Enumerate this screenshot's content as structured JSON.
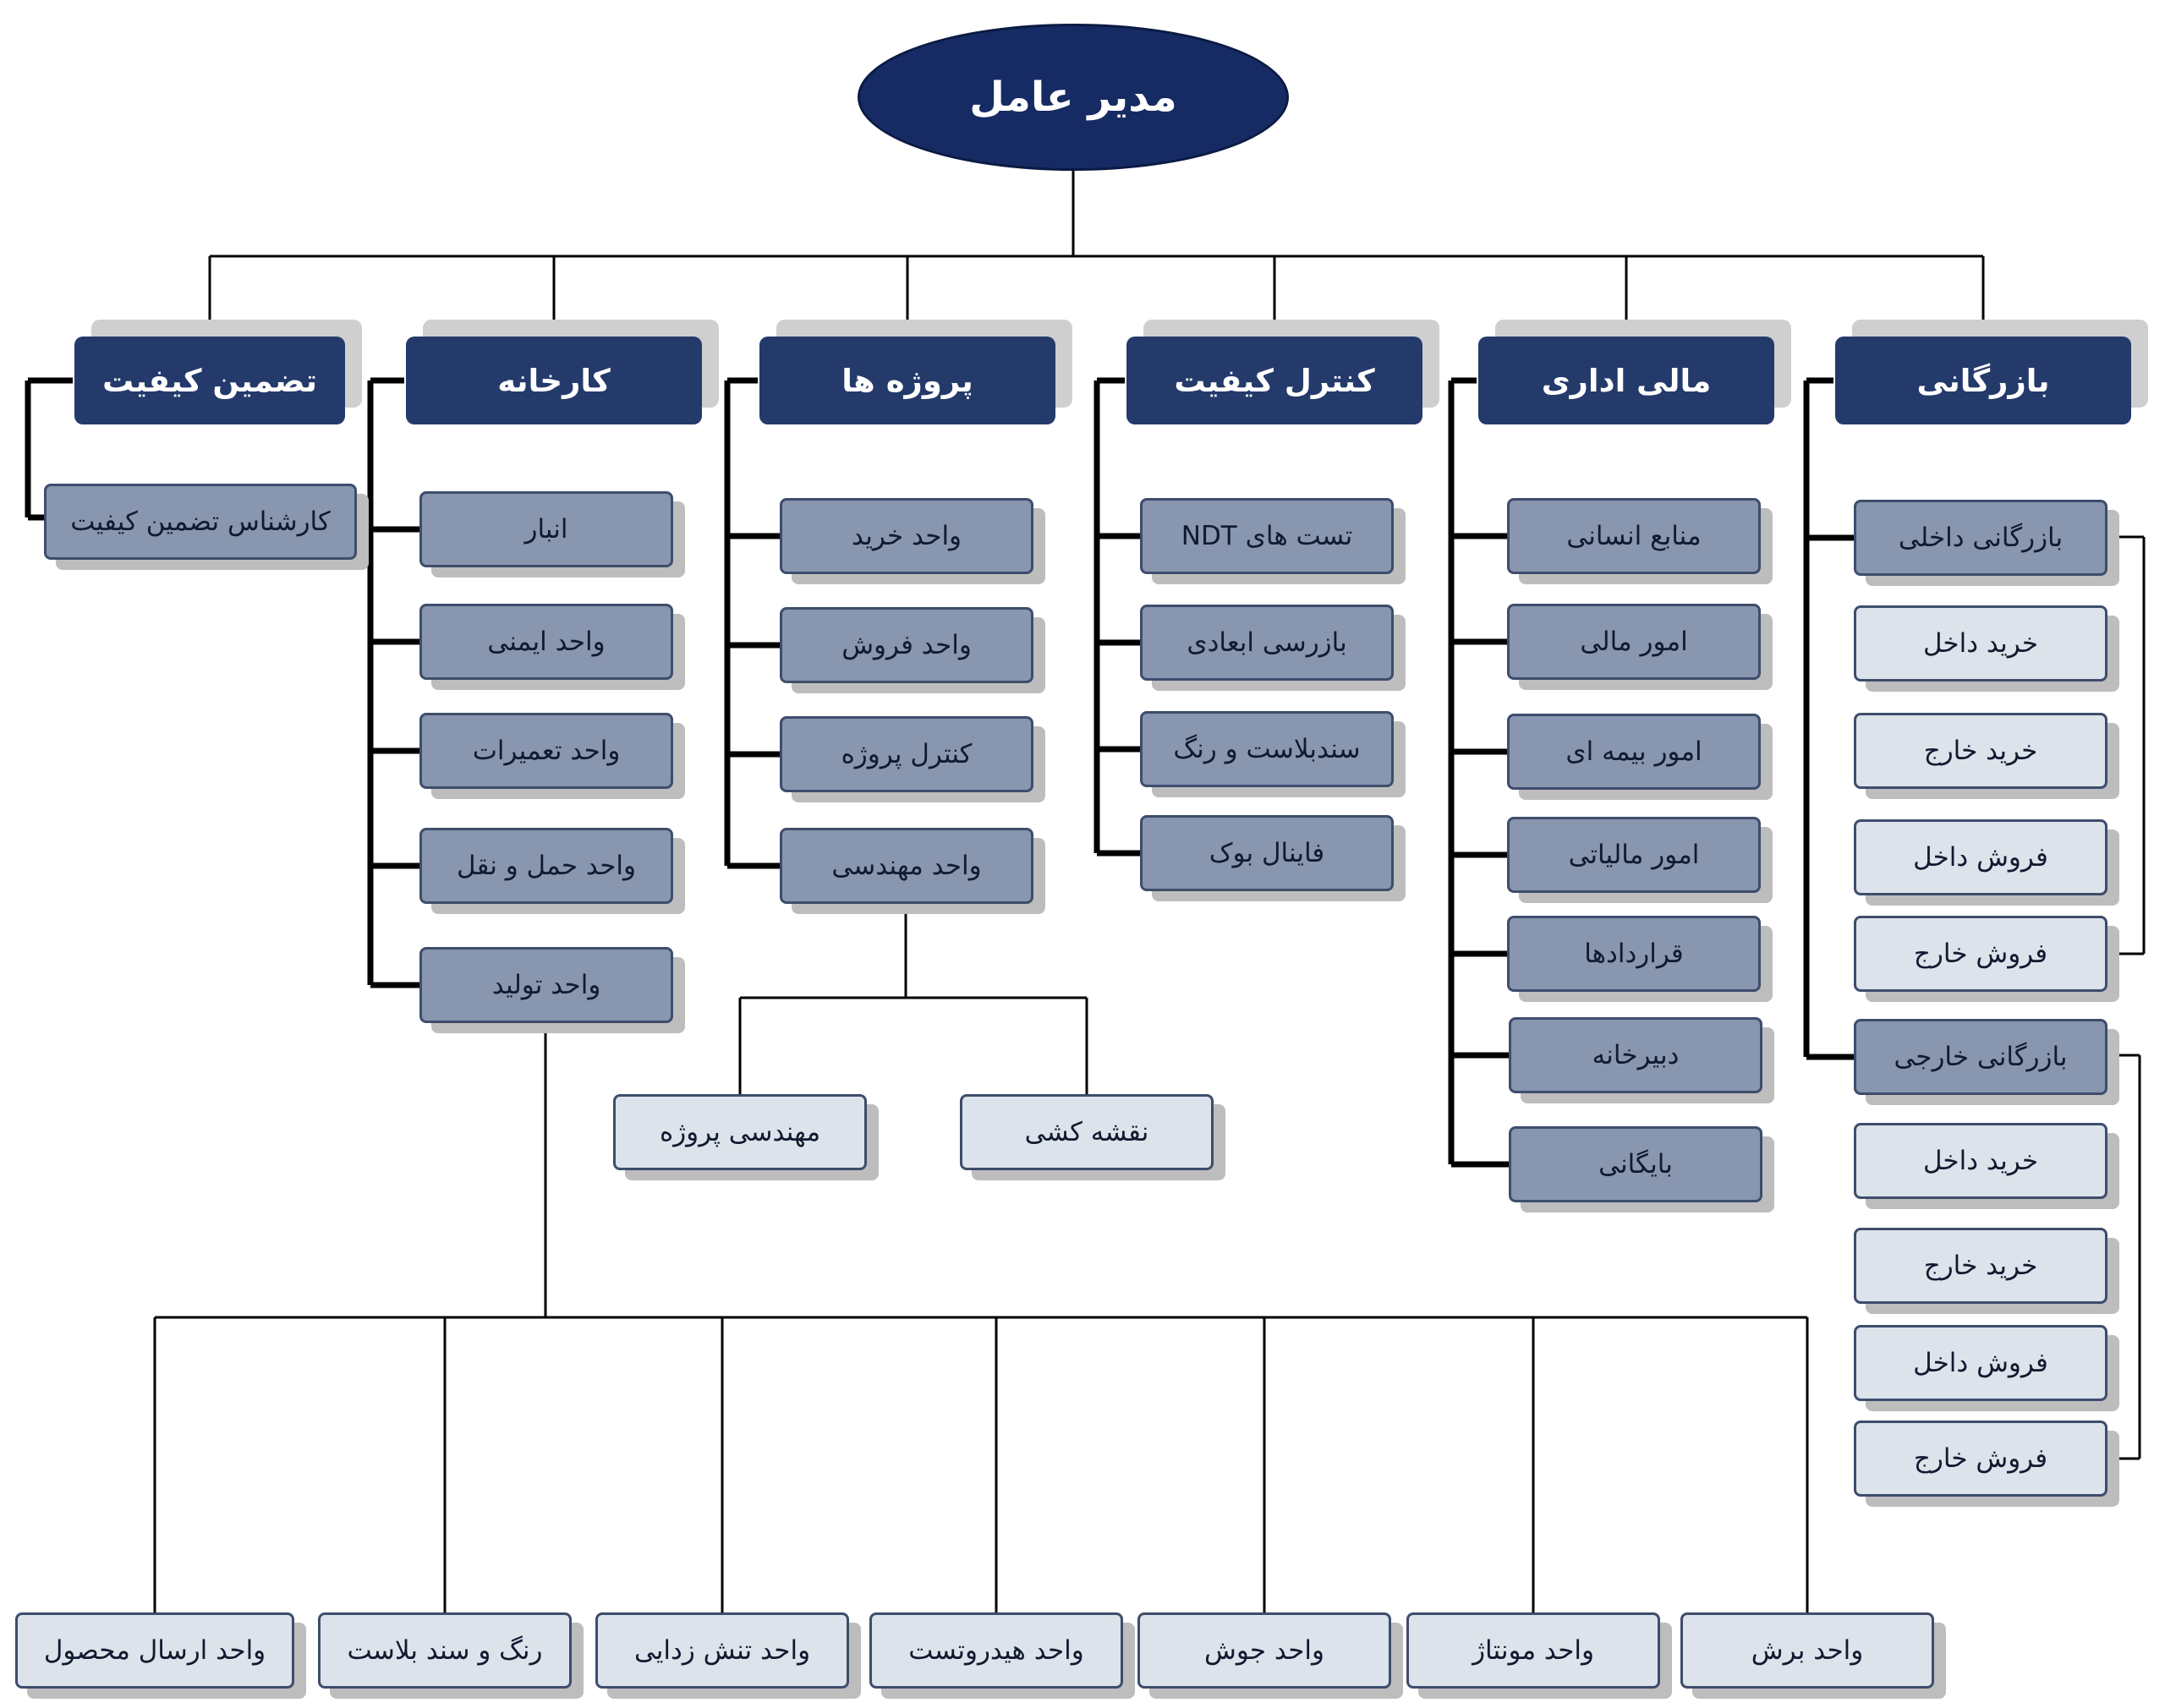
{
  "chart_data": {
    "type": "org-chart",
    "root": "مدیر عامل",
    "departments": [
      {
        "title": "بازرگانی",
        "units": [
          {
            "label": "بازرگانی داخلی",
            "children": [
              "خرید داخل",
              "خرید خارج",
              "فروش داخل",
              "فروش خارج"
            ]
          },
          {
            "label": "بازرگانی خارجی",
            "children": [
              "خرید داخل",
              "خرید خارج",
              "فروش داخل",
              "فروش خارج"
            ]
          }
        ]
      },
      {
        "title": "مالی اداری",
        "units": [
          "منابع انسانی",
          "امور مالی",
          "امور بیمه ای",
          "امور مالیاتی",
          "قراردادها",
          "دبیرخانه",
          "بایگانی"
        ]
      },
      {
        "title": "کنترل کیفیت",
        "units": [
          "تست های NDT",
          "بازرسی ابعادی",
          "سندبلاست و رنگ",
          "فاینال بوک"
        ]
      },
      {
        "title": "پروژه ها",
        "units": [
          "واحد خرید",
          "واحد فروش",
          "کنترل پروژه",
          "واحد مهندسی"
        ],
        "engineering_children": [
          "نقشه کشی",
          "مهندسی پروژه"
        ]
      },
      {
        "title": "کارخانه",
        "units": [
          "انبار",
          "واحد ایمنی",
          "واحد تعمیرات",
          "واحد حمل و نقل",
          "واحد تولید"
        ],
        "production_children": [
          "واحد برش",
          "واحد مونتاژ",
          "واحد جوش",
          "واحد هیدروتست",
          "واحد تنش زدایی",
          "رنگ و سند بلاست",
          "واحد ارسال محصول"
        ]
      },
      {
        "title": "تضمین کیفیت",
        "units": [
          "کارشناس تضمین کیفیت"
        ]
      }
    ]
  },
  "colors": {
    "root": "#162b63",
    "department": "#243a6b",
    "unit": "#8896b0",
    "leaf": "#dde3ea",
    "line": "#000000"
  }
}
